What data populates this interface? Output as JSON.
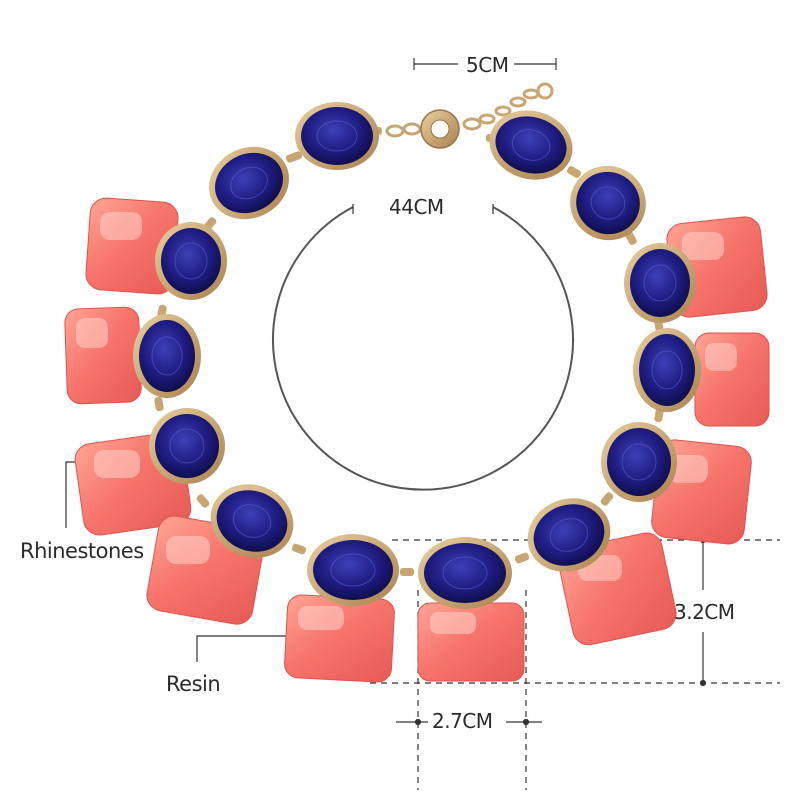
{
  "labels": {
    "clasp_extension": "5CM",
    "circumference": "44CM",
    "rhinestones": "Rhinestones",
    "resin": "Resin",
    "stone_height": "3.2CM",
    "stone_width": "2.7CM"
  },
  "colors": {
    "rhinestone": "#1c1a78",
    "rhinestone_highlight": "#3b3cb3",
    "resin": "#f46d66",
    "resin_highlight": "#ffb3a8",
    "metal": "#c9a572",
    "guide_line": "#333333"
  }
}
